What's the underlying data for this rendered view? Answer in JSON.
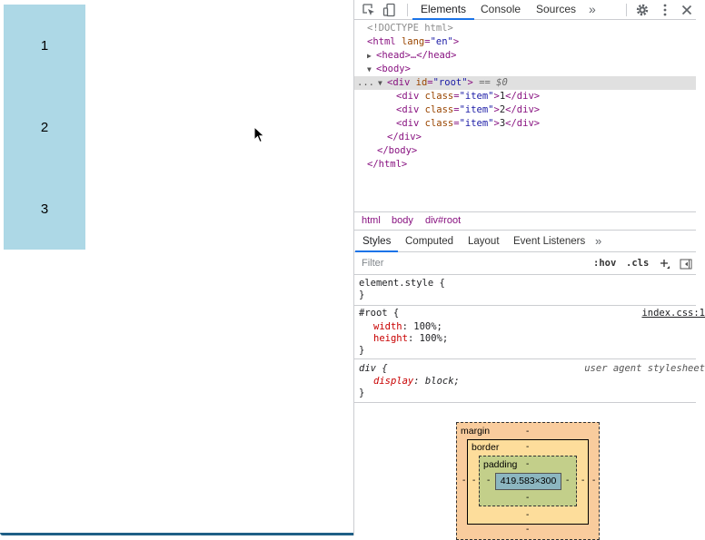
{
  "page": {
    "items": [
      "1",
      "2",
      "3"
    ]
  },
  "devtools": {
    "main_tabs": [
      "Elements",
      "Console",
      "Sources"
    ],
    "more_tabs": "»",
    "dom_tree": {
      "doctype": "<!DOCTYPE html>",
      "html_open": "<html",
      "html_attr": "lang",
      "html_val": "\"en\"",
      "head": "<head>…</head>",
      "body_open": "<body>",
      "root_open": "<div",
      "root_attr": "id",
      "root_val": "\"root\"",
      "root_suffix": "== $0",
      "items": [
        {
          "open": "<div",
          "attr": "class",
          "val": "\"item\"",
          "text": "1",
          "close": "</div>"
        },
        {
          "open": "<div",
          "attr": "class",
          "val": "\"item\"",
          "text": "2",
          "close": "</div>"
        },
        {
          "open": "<div",
          "attr": "class",
          "val": "\"item\"",
          "text": "3",
          "close": "</div>"
        }
      ],
      "div_close": "</div>",
      "body_close": "</body>",
      "html_close": "</html>",
      "ellipsis": "..."
    },
    "breadcrumbs": [
      "html",
      "body",
      "div#root"
    ],
    "styles_tabs": [
      "Styles",
      "Computed",
      "Layout",
      "Event Listeners"
    ],
    "styles_more": "»",
    "filter_placeholder": "Filter",
    "hov": ":hov",
    "cls": ".cls",
    "rules": {
      "element_style": {
        "selector": "element.style {",
        "close": "}"
      },
      "root": {
        "selector": "#root {",
        "source": "index.css:1",
        "props": [
          {
            "name": "width",
            "value": "100%;"
          },
          {
            "name": "height",
            "value": "100%;"
          }
        ],
        "close": "}"
      },
      "div": {
        "selector": "div {",
        "source": "user agent stylesheet",
        "props": [
          {
            "name": "display",
            "value": "block;"
          }
        ],
        "close": "}"
      }
    },
    "box_model": {
      "margin_label": "margin",
      "border_label": "border",
      "padding_label": "padding",
      "content_size": "419.583×300",
      "dash": "-"
    }
  },
  "colors": {
    "item_bg": "#add8e6",
    "accent": "#1a73e8",
    "tag": "#881280",
    "attr": "#994500",
    "attr_value": "#1a1aa6",
    "prop": "#c80000"
  }
}
